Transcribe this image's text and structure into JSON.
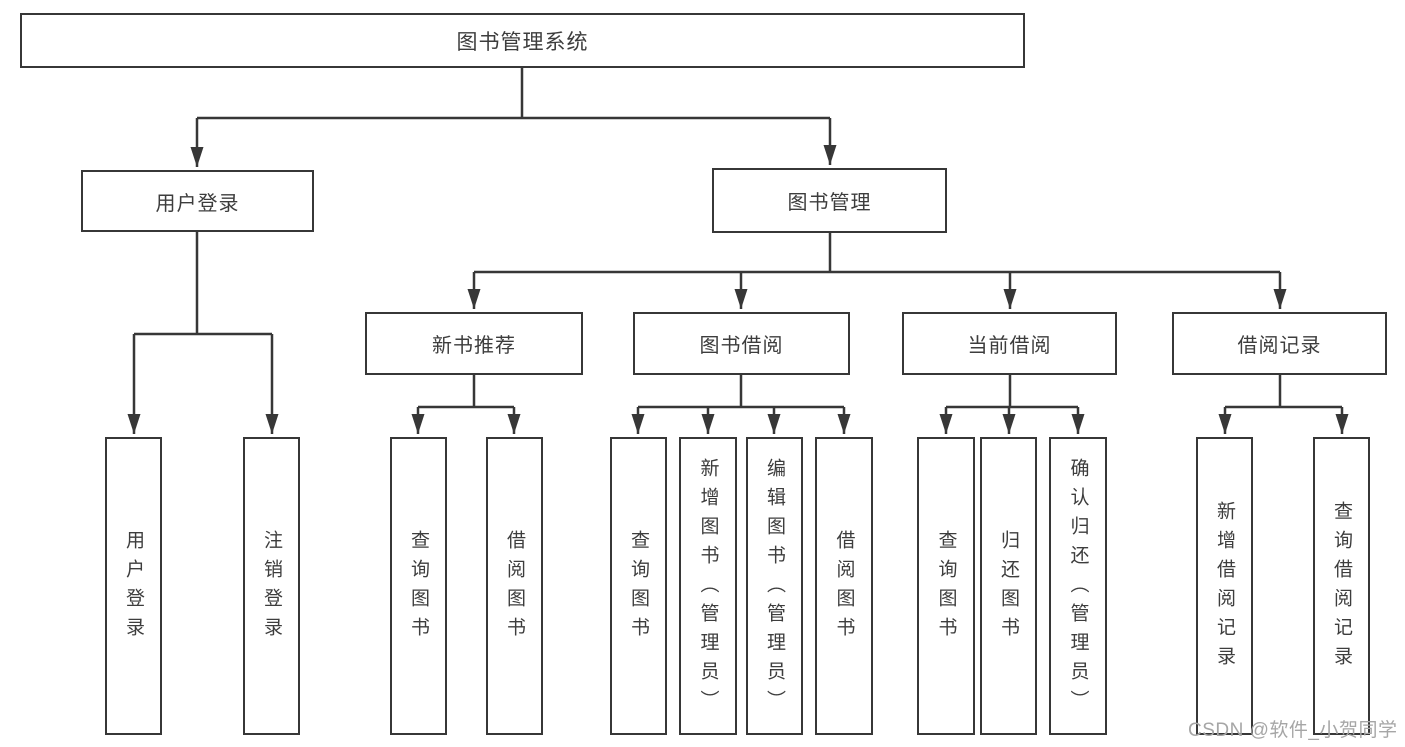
{
  "diagram": {
    "type": "tree",
    "root": {
      "label": "图书管理系统"
    },
    "branches": [
      {
        "label": "用户登录",
        "children": [
          {
            "label": "用户登录"
          },
          {
            "label": "注销登录"
          }
        ]
      },
      {
        "label": "图书管理",
        "children": [
          {
            "label": "新书推荐",
            "children": [
              {
                "label": "查询图书"
              },
              {
                "label": "借阅图书"
              }
            ]
          },
          {
            "label": "图书借阅",
            "children": [
              {
                "label": "查询图书"
              },
              {
                "label": "新增图书（管理员）"
              },
              {
                "label": "编辑图书（管理员）"
              },
              {
                "label": "借阅图书"
              }
            ]
          },
          {
            "label": "当前借阅",
            "children": [
              {
                "label": "查询图书"
              },
              {
                "label": "归还图书"
              },
              {
                "label": "确认归还（管理员）"
              }
            ]
          },
          {
            "label": "借阅记录",
            "children": [
              {
                "label": "新增借阅记录"
              },
              {
                "label": "查询借阅记录"
              }
            ]
          }
        ]
      }
    ]
  },
  "watermark": {
    "text": "CSDN @软件_小贺同学"
  },
  "colors": {
    "line": "#373737",
    "box_border": "#373737",
    "text": "#3d3d3d",
    "watermark": "#a6a6a6",
    "background": "#ffffff"
  }
}
